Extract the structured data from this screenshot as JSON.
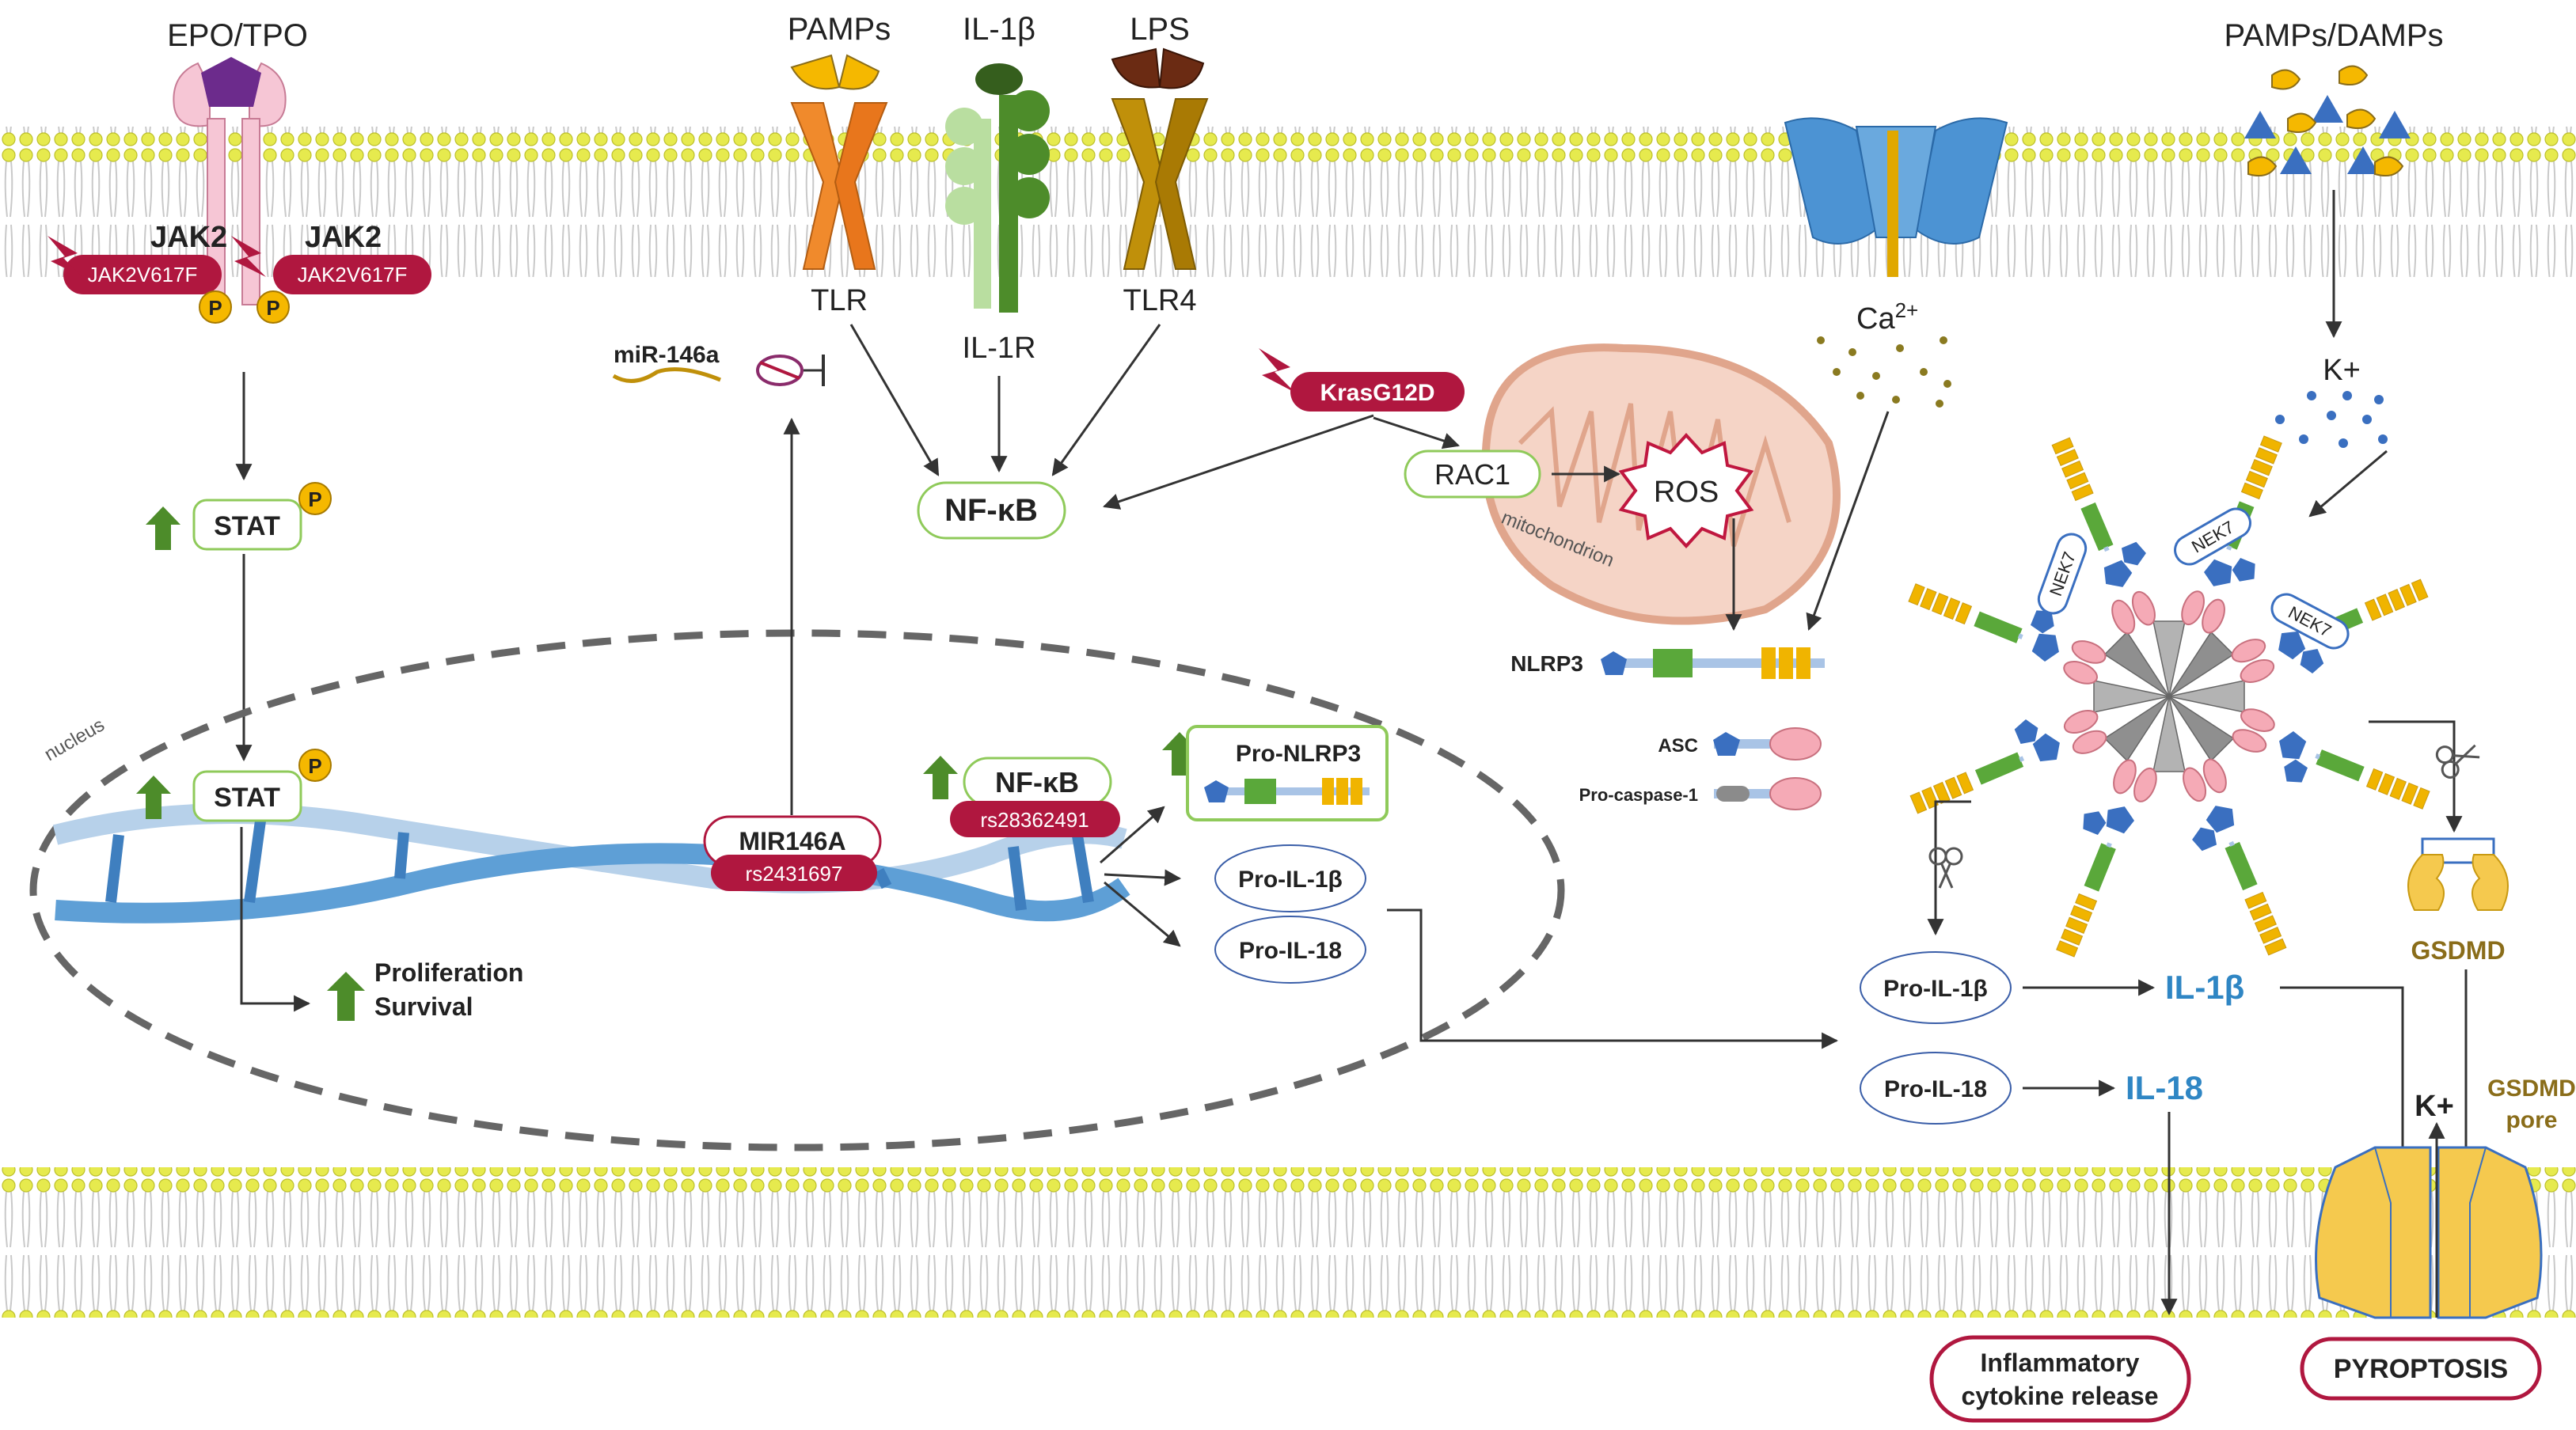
{
  "receptors": {
    "epo_tpo": "EPO/TPO",
    "jak2_left": "JAK2",
    "jak2_right": "JAK2",
    "jak2_mut_left": "JAK2V617F",
    "jak2_mut_right": "JAK2V617F",
    "phospho": "P",
    "pamps": "PAMPs",
    "il1b_ligand": "IL-1β",
    "lps": "LPS",
    "tlr": "TLR",
    "il1r": "IL-1R",
    "tlr4": "TLR4",
    "pamps_damps": "PAMPs/DAMPs"
  },
  "signaling": {
    "stat_top": "STAT",
    "stat_nucleus": "STAT",
    "mir146a": "miR-146a",
    "nfkb": "NF-κB",
    "kras": "KrasG12D",
    "rac1": "RAC1",
    "ros": "ROS",
    "mitochondrion": "mitochondrion",
    "ca_base": "Ca",
    "ca_sup": "2+",
    "k_plus_top": "K+",
    "nlrp3": "NLRP3",
    "asc": "ASC",
    "pro_caspase": "Pro-caspase-1",
    "nek7": "NEK7"
  },
  "nucleus": {
    "label": "nucleus",
    "mir146a_gene": "MIR146A",
    "mir146a_snp": "rs2431697",
    "nfkb": "NF-κB",
    "nfkb_snp": "rs28362491",
    "pro_nlrp3": "Pro-NLRP3",
    "pro_il1b": "Pro-IL-1β",
    "pro_il18": "Pro-IL-18",
    "prolif_line1": "Proliferation",
    "prolif_line2": "Survival"
  },
  "outputs": {
    "pro_il1b": "Pro-IL-1β",
    "pro_il18": "Pro-IL-18",
    "il1b": "IL-1β",
    "il18": "IL-18",
    "gsdmd": "GSDMD",
    "k_plus": "K+",
    "gsdmd_pore_line1": "GSDMD",
    "gsdmd_pore_line2": "pore",
    "inflam_line1": "Inflammatory",
    "inflam_line2": "cytokine release",
    "pyroptosis": "PYROPTOSIS"
  },
  "colors": {
    "mutation": "#b0173f",
    "nfkb_border": "#8fca5a",
    "il_blue": "#2f86c4",
    "gsdmd_gold": "#8a6d1a",
    "membrane_head": "#e6ea4e",
    "arrow": "#333333"
  }
}
